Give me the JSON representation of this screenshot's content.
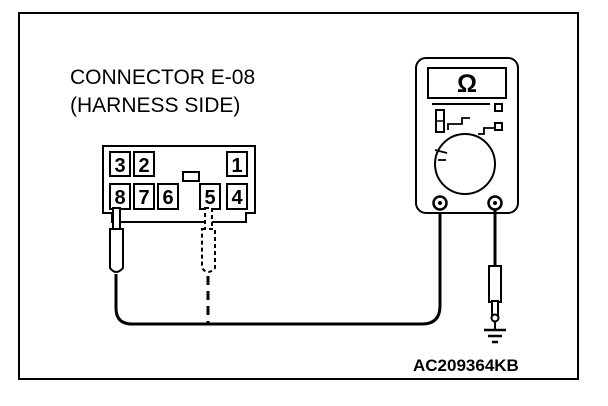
{
  "connector": {
    "title_line1": "CONNECTOR E-08",
    "title_line2": "(HARNESS SIDE)",
    "pins_top": [
      "3",
      "2",
      "1"
    ],
    "pins_bottom": [
      "8",
      "7",
      "6",
      "5",
      "4"
    ]
  },
  "multimeter": {
    "mode_symbol": "Ω"
  },
  "figure_code": "AC209364KB",
  "colors": {
    "line": "#000000",
    "background": "#ffffff"
  }
}
